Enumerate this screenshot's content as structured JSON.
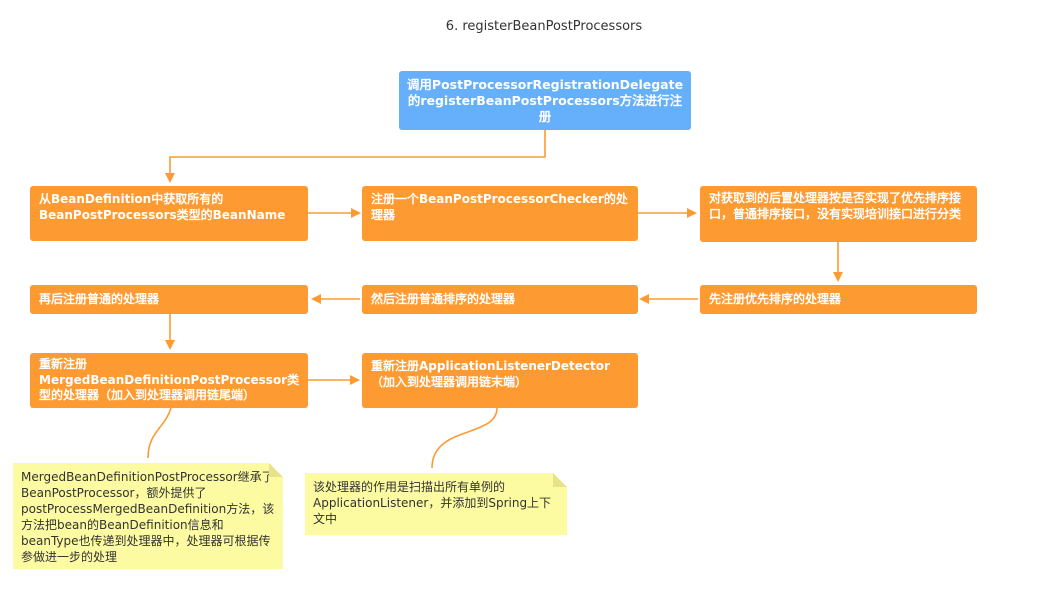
{
  "title": "6. registerBeanPostProcessors",
  "nodes": {
    "start": "调用PostProcessorRegistrationDelegate的registerBeanPostProcessors方法进行注册",
    "get_names": "从BeanDefinition中获取所有的BeanPostProcessors类型的BeanName",
    "register_checker": "注册一个BeanPostProcessorChecker的处理器",
    "classify": "对获取到的后置处理器按是否实现了优先排序接口，普通排序接口，没有实现培训接口进行分类",
    "priority_ordered": "先注册优先排序的处理器",
    "ordered": "然后注册普通排序的处理器",
    "non_ordered": "再后注册普通的处理器",
    "merged": "重新注册MergedBeanDefinitionPostProcessor类型的处理器（加入到处理器调用链尾端）",
    "listener_detector": "重新注册ApplicationListenerDetector（加入到处理器调用链末端）"
  },
  "notes": {
    "merged_note": "MergedBeanDefinitionPostProcessor继承了BeanPostProcessor，额外提供了postProcessMergedBeanDefinition方法，该方法把bean的BeanDefinition信息和beanType也传递到处理器中，处理器可根据传参做进一步的处理",
    "listener_note": "该处理器的作用是扫描出所有单例的ApplicationListener，并添加到Spring上下文中"
  },
  "colors": {
    "orange": "#fd9b32",
    "blue": "#66b0fb",
    "note": "#fdfba2",
    "connector": "#fd9b32"
  }
}
